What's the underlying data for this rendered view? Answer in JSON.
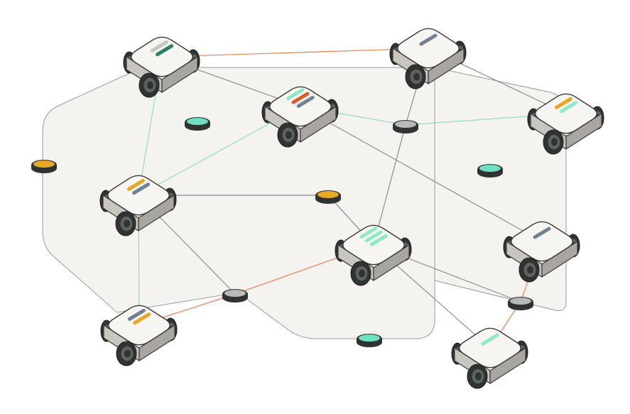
{
  "colors": {
    "background": "#ffffff",
    "region_fill": "#f5f3ef",
    "region_stroke": "#9a9a9a",
    "link_neutral": "#8c8c8c",
    "link_teal": "#8fdcc4",
    "link_orange": "#ef7f4f",
    "link_slate": "#7c8b99",
    "robot_top": "#f7f5f1",
    "robot_side": "#c9c6bf",
    "robot_side_dark": "#a9a69f",
    "robot_outline": "#3a3a3a",
    "wheel": "#2f3331",
    "wheel_hub": "#5d6361",
    "stripe_grey": "#c8c6c1",
    "stripe_green": "#2f7d66",
    "stripe_slate": "#6f8192",
    "stripe_orange": "#e2572b",
    "stripe_mint": "#8fe8c6",
    "stripe_yellow": "#e8a623",
    "marker_dark": "#2f3331",
    "marker_teal": "#6fe0c2",
    "marker_yellow": "#e9a825",
    "marker_grey": "#b9b9b9"
  },
  "robots": [
    {
      "id": "r1",
      "stripes": [
        "grey",
        "green"
      ]
    },
    {
      "id": "r2",
      "stripes": [
        "slate"
      ]
    },
    {
      "id": "r3",
      "stripes": [
        "mint",
        "orange",
        "slate"
      ]
    },
    {
      "id": "r4",
      "stripes": [
        "yellow",
        "mint"
      ]
    },
    {
      "id": "r5",
      "stripes": [
        "yellow",
        "slate"
      ]
    },
    {
      "id": "r6",
      "stripes": [
        "mint",
        "mint",
        "mint"
      ]
    },
    {
      "id": "r7",
      "stripes": [
        "slate"
      ]
    },
    {
      "id": "r8",
      "stripes": [
        "slate",
        "yellow"
      ]
    },
    {
      "id": "r9",
      "stripes": [
        "mint"
      ]
    }
  ],
  "markers": [
    {
      "id": "m-teal-1",
      "color": "teal"
    },
    {
      "id": "m-yellow-1",
      "color": "yellow"
    },
    {
      "id": "m-grey-1",
      "color": "grey"
    },
    {
      "id": "m-teal-2",
      "color": "teal"
    },
    {
      "id": "m-yellow-2",
      "color": "yellow"
    },
    {
      "id": "m-grey-2",
      "color": "grey"
    },
    {
      "id": "m-teal-3",
      "color": "teal"
    },
    {
      "id": "m-grey-3",
      "color": "grey"
    }
  ],
  "links": [
    {
      "from": "r1",
      "to": "r2",
      "color": "orange"
    },
    {
      "from": "r1",
      "to": "r3",
      "color": "neutral"
    },
    {
      "from": "r1",
      "to": "r5",
      "color": "teal"
    },
    {
      "from": "r2",
      "to": "r4",
      "color": "neutral"
    },
    {
      "from": "r2",
      "to": "m-grey-1",
      "color": "neutral"
    },
    {
      "from": "r3",
      "to": "r5",
      "color": "teal"
    },
    {
      "from": "r3",
      "to": "m-grey-1",
      "color": "teal"
    },
    {
      "from": "m-grey-1",
      "to": "r4",
      "color": "teal"
    },
    {
      "from": "r3",
      "to": "r7",
      "color": "neutral"
    },
    {
      "from": "m-grey-1",
      "to": "r6",
      "color": "neutral"
    },
    {
      "from": "r5",
      "to": "m-yellow-2",
      "color": "slate"
    },
    {
      "from": "m-yellow-2",
      "to": "r6",
      "color": "slate"
    },
    {
      "from": "r5",
      "to": "r8",
      "color": "teal"
    },
    {
      "from": "r5",
      "to": "m-grey-2",
      "color": "neutral"
    },
    {
      "from": "r8",
      "to": "m-grey-2",
      "color": "orange"
    },
    {
      "from": "m-grey-2",
      "to": "r6",
      "color": "orange"
    },
    {
      "from": "r6",
      "to": "m-grey-3",
      "color": "neutral"
    },
    {
      "from": "r6",
      "to": "r9",
      "color": "neutral"
    },
    {
      "from": "r7",
      "to": "m-grey-3",
      "color": "orange"
    },
    {
      "from": "m-grey-3",
      "to": "r9",
      "color": "orange"
    }
  ]
}
